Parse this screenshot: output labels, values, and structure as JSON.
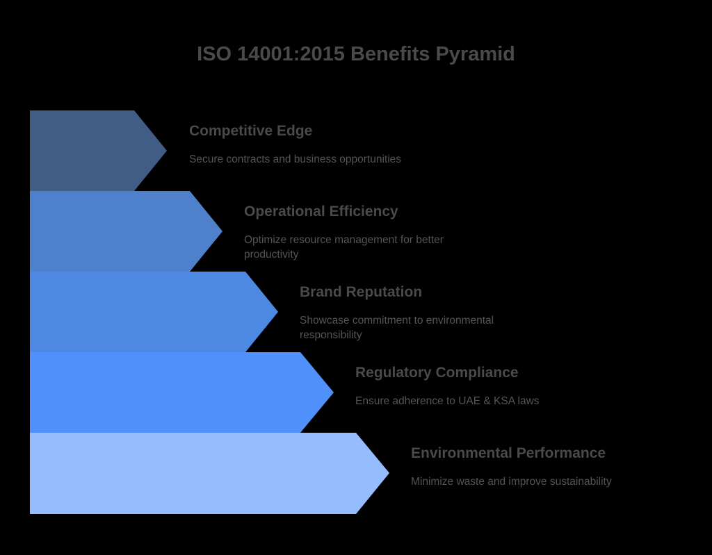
{
  "title": "ISO 14001:2015 Benefits Pyramid",
  "colors": {
    "background": "#000000",
    "text": "#4a4a4a",
    "levels": [
      "#415c85",
      "#4f80cc",
      "#4d88e3",
      "#4f90fb",
      "#95bcfc"
    ]
  },
  "levels": [
    {
      "heading": "Competitive Edge",
      "description": "Secure contracts and business opportunities"
    },
    {
      "heading": "Operational Efficiency",
      "description": "Optimize resource management for better productivity"
    },
    {
      "heading": "Brand Reputation",
      "description": "Showcase commitment to environmental responsibility"
    },
    {
      "heading": "Regulatory Compliance",
      "description": "Ensure adherence to UAE & KSA laws"
    },
    {
      "heading": "Environmental Performance",
      "description": "Minimize waste and improve sustainability"
    }
  ]
}
